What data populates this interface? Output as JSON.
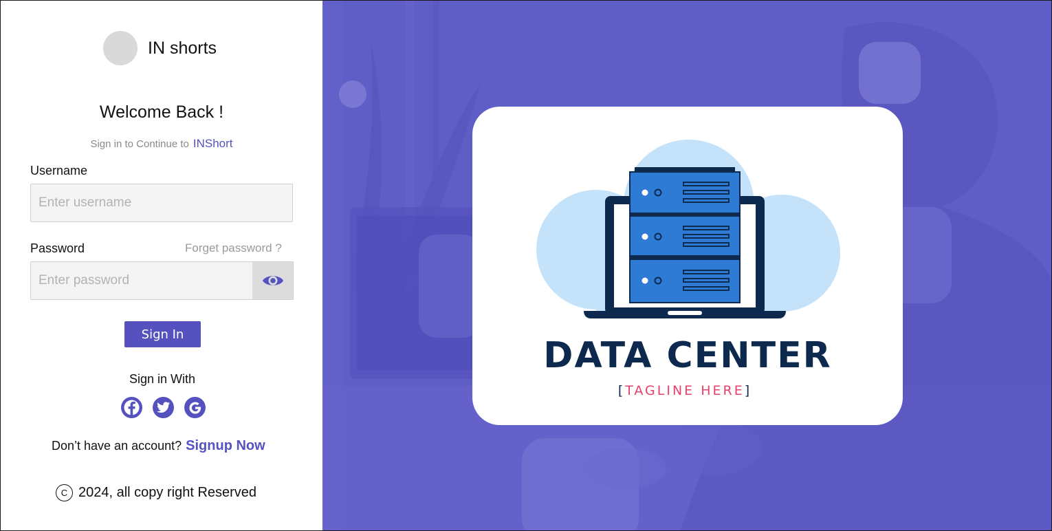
{
  "brand": {
    "name": "IN shorts"
  },
  "login": {
    "welcome": "Welcome Back !",
    "subtitle": "Sign in to Continue to",
    "subtitle_brand": "INShort",
    "username_label": "Username",
    "username_placeholder": "Enter username",
    "password_label": "Password",
    "password_placeholder": "Enter password",
    "forgot_password": "Forget password ?",
    "signin_button": "Sign In",
    "signin_with": "Sign in With",
    "socials": [
      "facebook-icon",
      "twitter-icon",
      "google-icon"
    ],
    "no_account": "Don’t have an account?",
    "signup_link": "Signup Now"
  },
  "footer": {
    "copyright_symbol": "C",
    "copyright": "2024, all copy right Reserved"
  },
  "hero": {
    "title": "DATA CENTER",
    "tagline_open": "[",
    "tagline": "TAGLINE HERE",
    "tagline_close": "]"
  },
  "colors": {
    "accent": "#5552c0",
    "hero_bg": "#5f5dc6",
    "title_navy": "#0d2a4e",
    "tagline_pink": "#e8406a",
    "cloud": "#c4e3fa",
    "server_blue": "#2e7bd6"
  }
}
